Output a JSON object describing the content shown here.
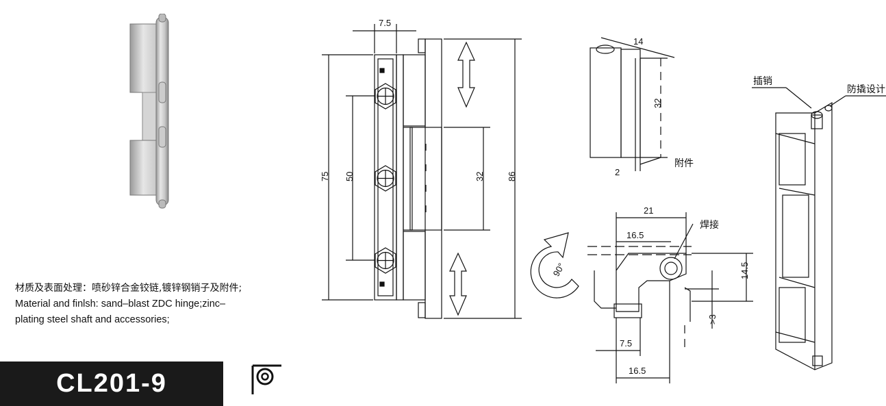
{
  "description": {
    "cn": "材质及表面处理：喷砂锌合金铰链,镀锌钢销子及附件;",
    "en_line1": "Material and finlsh:  sand–blast ZDC hinge;zinc–",
    "en_line2": "plating steel shaft and accessories;"
  },
  "model": "CL201-9",
  "icons": {
    "badge": "hinge-symbol-icon",
    "rotate": "rotate-arrow-icon"
  },
  "front_view": {
    "dim_width": "7.5",
    "dim_height_outer": "75",
    "dim_hole_spacing": "50",
    "dim_center_leaf": "32",
    "dim_total_height": "86"
  },
  "side_view": {
    "dim_width": "14",
    "dim_height": "32",
    "dim_thickness": "2",
    "label_accessory": "附件"
  },
  "top_view": {
    "dim_outer": "21",
    "dim_inner": "16.5",
    "dim_height": "14.5",
    "dim_gap": ">3",
    "dim_offset": "7.5",
    "dim_bottom": "16.5",
    "angle": "90°",
    "label_weld": "焊接"
  },
  "iso_view": {
    "label_pin": "插销",
    "label_antitamper": "防撬设计"
  }
}
